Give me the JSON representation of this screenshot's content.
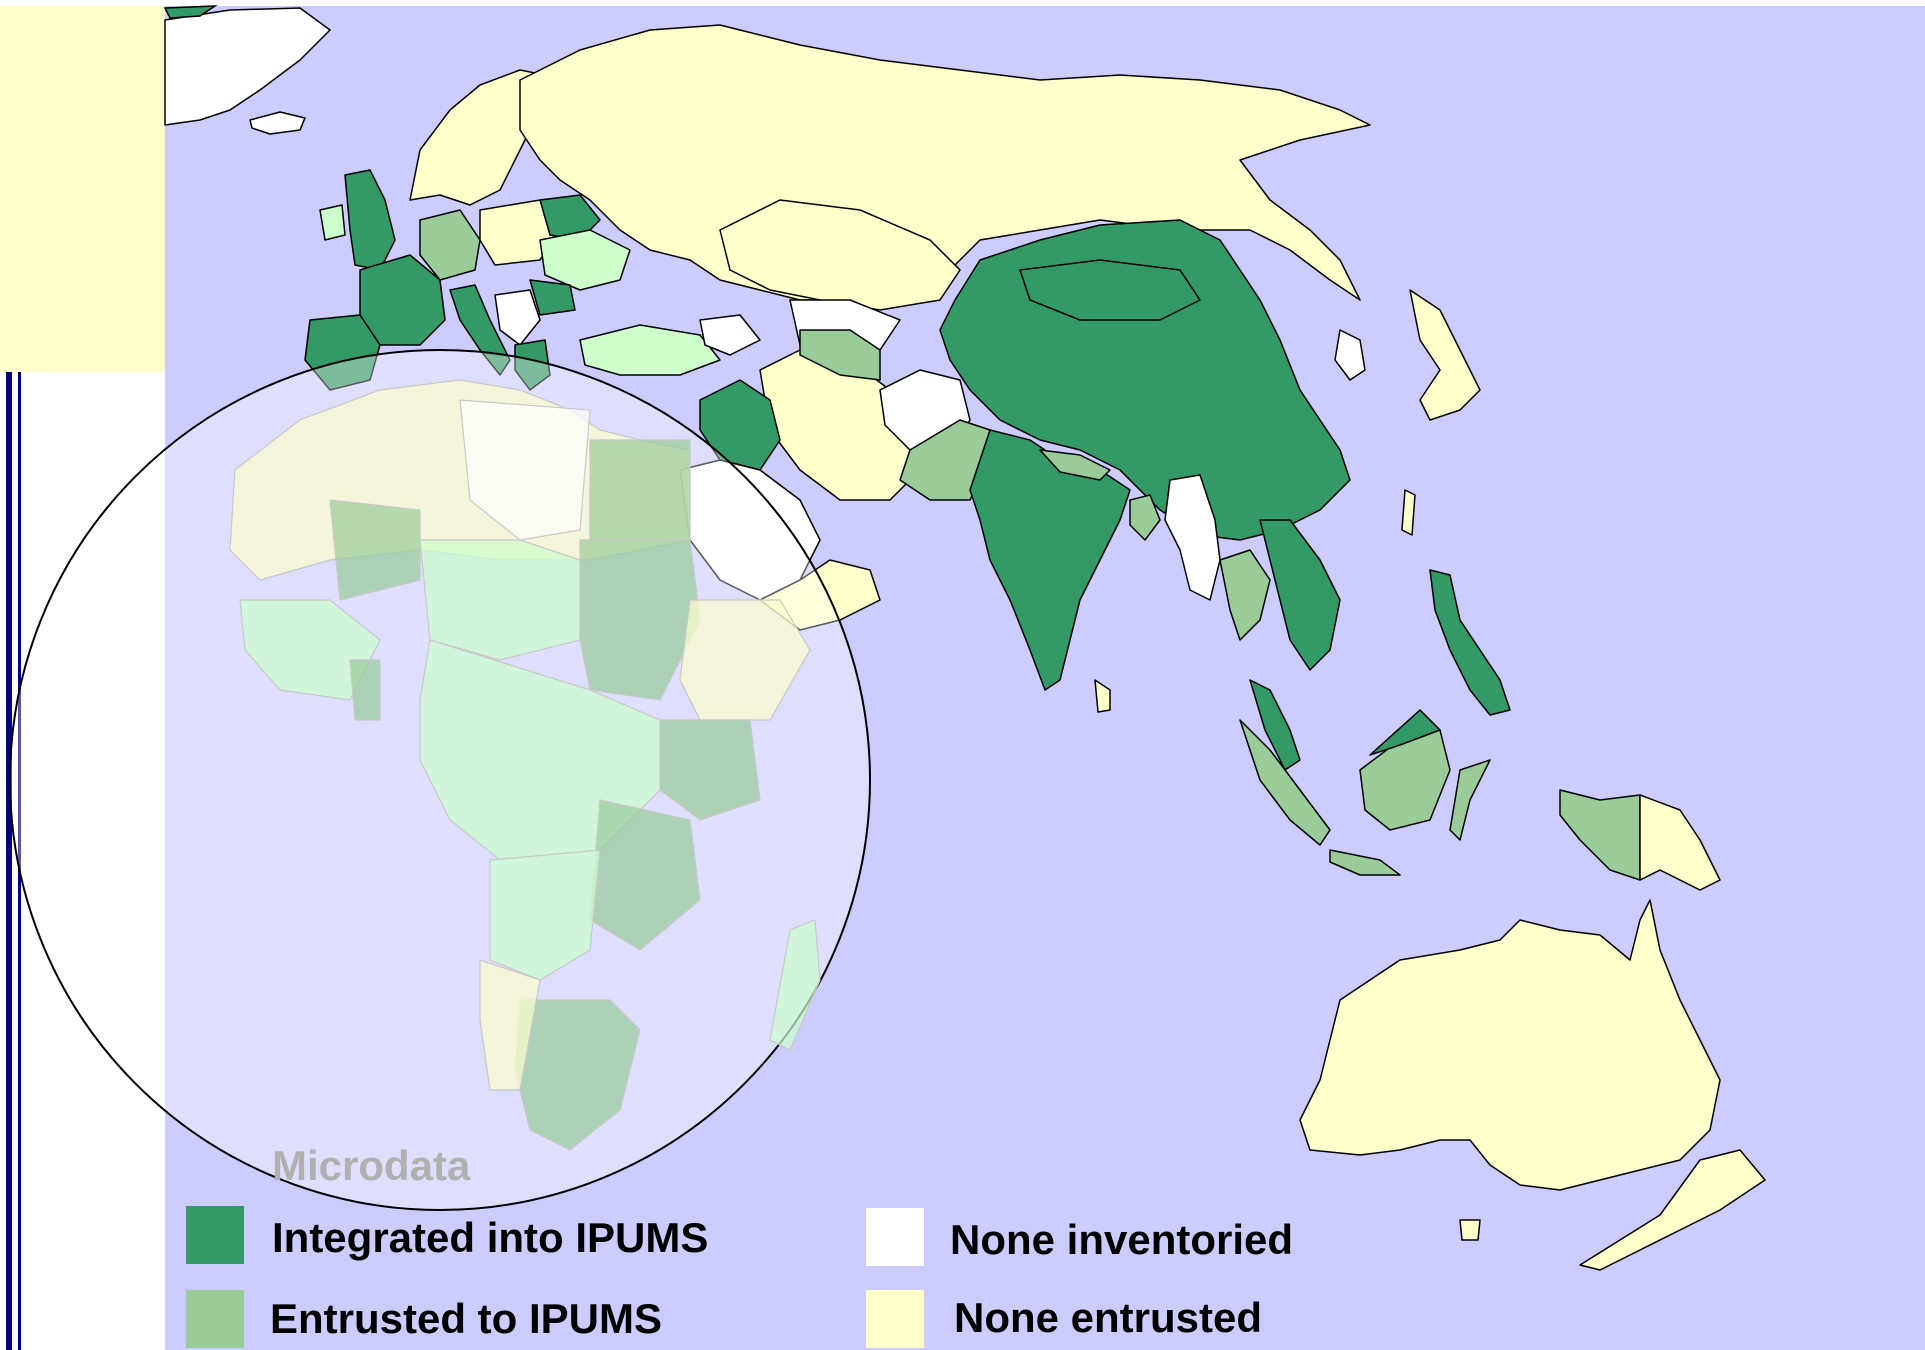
{
  "legend": {
    "heading": "Microdata",
    "items": [
      {
        "label": "Integrated into IPUMS",
        "color": "#339966"
      },
      {
        "label": "Entrusted to IPUMS",
        "color": "#99cc99"
      },
      {
        "label": "None inventoried",
        "color": "#ffffff"
      },
      {
        "label": "None entrusted",
        "color": "#ffffcc"
      }
    ]
  },
  "colors": {
    "ocean": "#ccccff",
    "integrated": "#339966",
    "entrusted": "#99cc99",
    "none_inventoried": "#ffffff",
    "none_entrusted": "#ffffcc",
    "pale_green": "#ccffcc",
    "left_panel": "#ffffcc",
    "left_rule": "#000080"
  }
}
